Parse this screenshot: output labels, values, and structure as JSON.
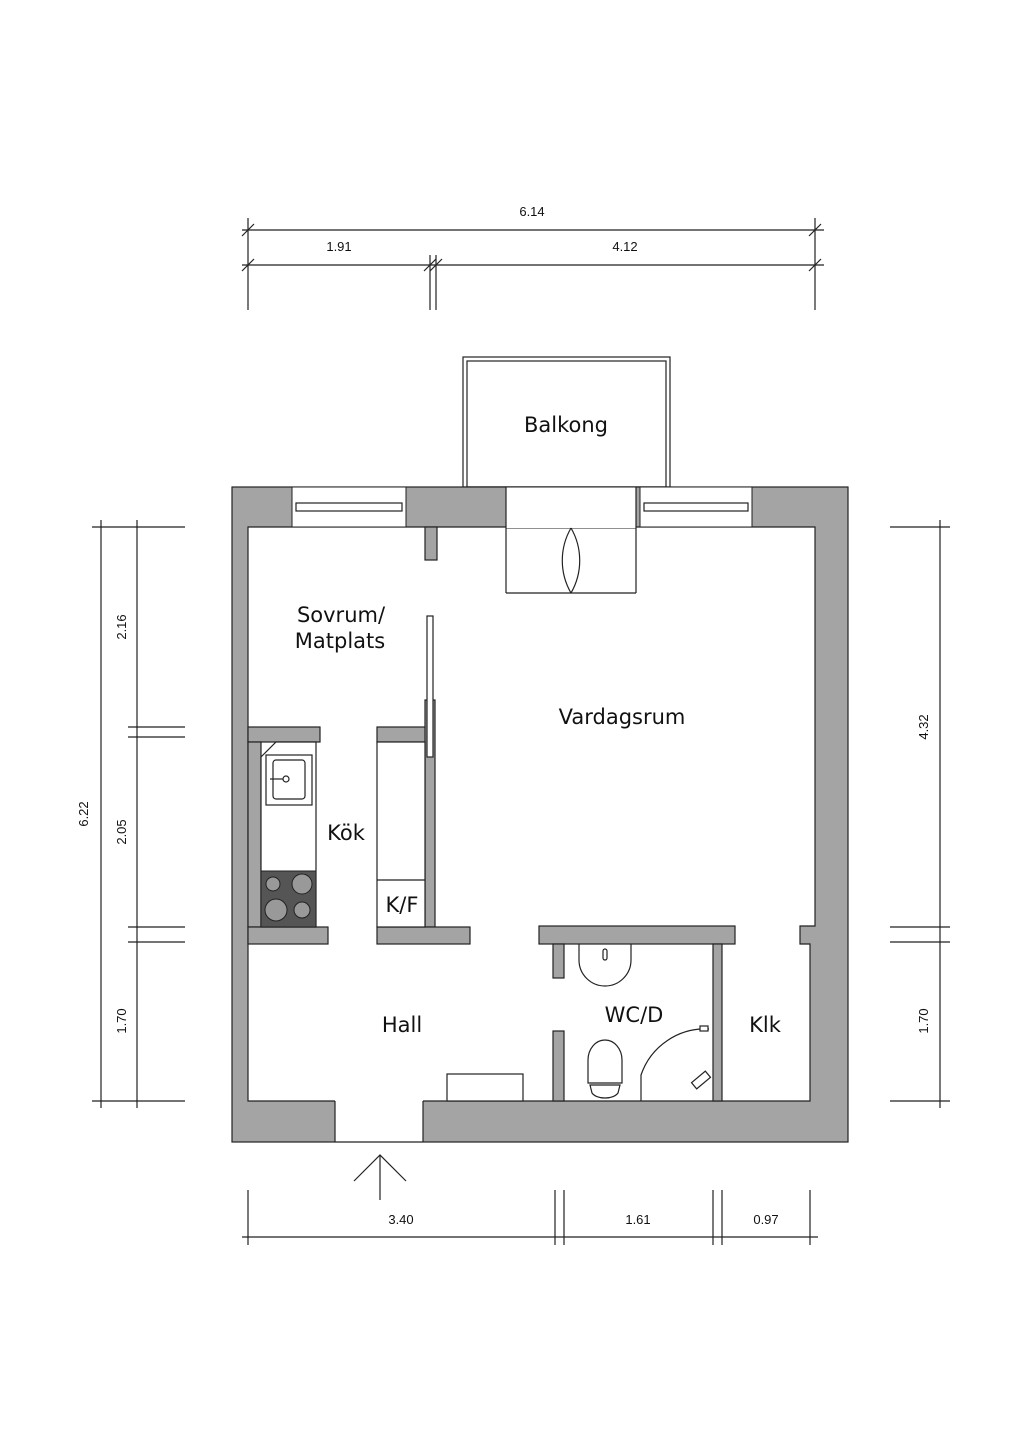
{
  "rooms": {
    "balcony": "Balkong",
    "bedroom_line1": "Sovrum/",
    "bedroom_line2": "Matplats",
    "living": "Vardagsrum",
    "kitchen": "Kök",
    "fridge": "K/F",
    "hall": "Hall",
    "wc": "WC/D",
    "closet": "Klk"
  },
  "dimensions": {
    "top_total": "6.14",
    "top_left": "1.91",
    "top_right": "4.12",
    "left_total": "6.22",
    "left_top": "2.16",
    "left_mid": "2.05",
    "left_bottom": "1.70",
    "right_top": "4.32",
    "right_bottom": "1.70",
    "bottom_left": "3.40",
    "bottom_mid": "1.61",
    "bottom_right": "0.97"
  },
  "colors": {
    "wall": "#a4a4a4",
    "stove": "#555555"
  }
}
